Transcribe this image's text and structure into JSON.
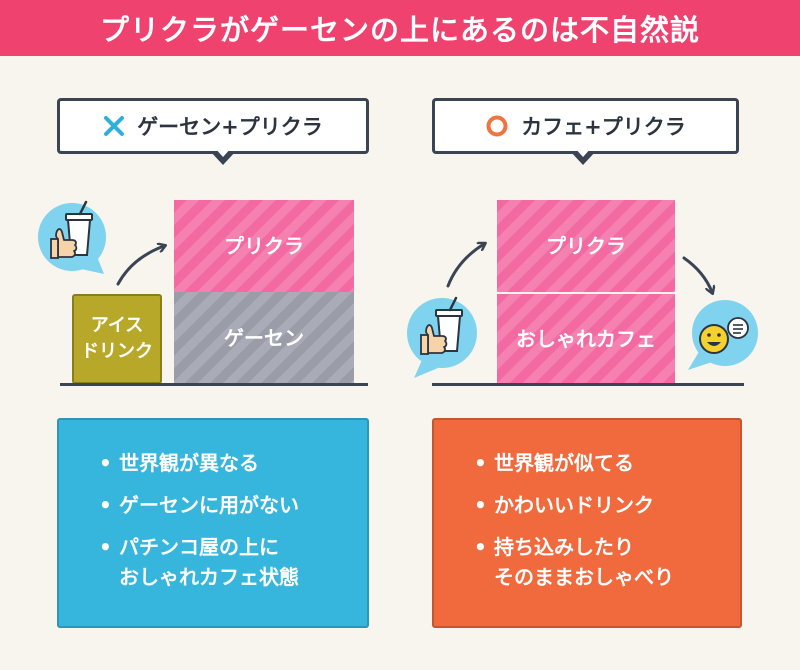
{
  "title": "プリクラがゲーセンの上にあるのは不自然説",
  "colors": {
    "header": "#f0426e",
    "background": "#f7f5ee",
    "pink_block": "#f36aa2",
    "gray_block": "#9a9da8",
    "olive_block": "#b8a829",
    "left_panel": "#37b6dd",
    "right_panel": "#f06a3e",
    "cross_mark": "#2fb0d8",
    "circle_mark": "#f07340",
    "outline": "#3a4452"
  },
  "left": {
    "bubble": {
      "icon": "cross-mark-icon",
      "text": "ゲーセン+プリクラ"
    },
    "blocks": {
      "upper": "プリクラ",
      "lower": "ゲーセン",
      "side_line1": "アイス",
      "side_line2": "ドリンク"
    },
    "icons": [
      "drink-icon",
      "thumbs-up-icon",
      "arrow-icon"
    ],
    "points": [
      "世界観が異なる",
      "ゲーセンに用がない",
      "パチンコ屋の上に\nおしゃれカフェ状態"
    ]
  },
  "right": {
    "bubble": {
      "icon": "circle-mark-icon",
      "text": "カフェ+プリクラ"
    },
    "blocks": {
      "upper": "プリクラ",
      "lower": "おしゃれカフェ"
    },
    "icons": [
      "drink-icon",
      "thumbs-up-icon",
      "smiley-icon",
      "chat-icon",
      "arrow-icon"
    ],
    "points": [
      "世界観が似てる",
      "かわいいドリンク",
      "持ち込みしたり\nそのままおしゃべり"
    ]
  }
}
